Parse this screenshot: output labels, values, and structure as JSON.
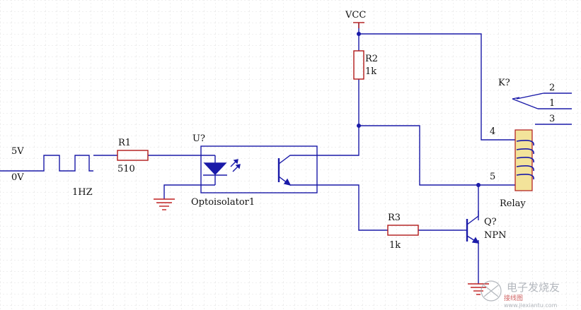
{
  "colors": {
    "wire": "#1a1aa8",
    "component": "#b01818",
    "ground": "#c02020",
    "text": "#111111",
    "grid": "#e2e2e2",
    "relay_body": "#f3e39a",
    "watermark": "#9aa0a8"
  },
  "diagram": {
    "labels": {
      "vcc": "VCC",
      "r2_ref": "R2",
      "r2_val": "1k",
      "k_ref": "K?",
      "pin_2": "2",
      "pin_1": "1",
      "pin_3": "3",
      "pin_4": "4",
      "pin_5": "5",
      "relay": "Relay",
      "input_5v": "5V",
      "input_0v": "0V",
      "freq": "1HZ",
      "r1_ref": "R1",
      "r1_val": "510",
      "u_ref": "U?",
      "opto": "Optoisolator1",
      "r3_ref": "R3",
      "r3_val": "1k",
      "q_ref": "Q?",
      "q_type": "NPN"
    },
    "watermark": {
      "text_cn": "电子发烧友",
      "logo_text": "接线图",
      "url": "www.jiexiantu.com"
    }
  }
}
